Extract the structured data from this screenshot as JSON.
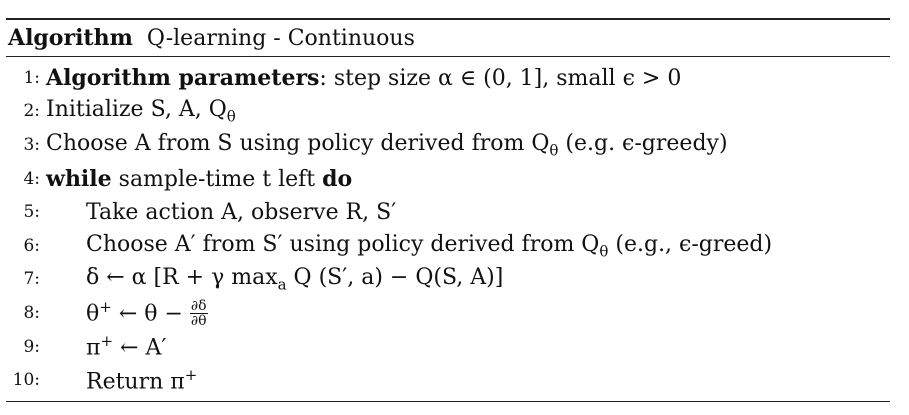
{
  "caption": {
    "label": "Algorithm",
    "title": "Q-learning - Continuous"
  },
  "lines": [
    {
      "num": "1:",
      "indent": 0,
      "parts": [
        {
          "t": "Algorithm parameters",
          "b": true
        },
        {
          "t": ": step size α ∈ (0, 1], small ϵ > 0"
        }
      ]
    },
    {
      "num": "2:",
      "indent": 0,
      "parts": [
        {
          "t": "Initialize S, A, Q"
        },
        {
          "t": "θ",
          "sub": true
        }
      ]
    },
    {
      "num": "3:",
      "indent": 0,
      "parts": [
        {
          "t": "Choose A from S using policy derived from Q"
        },
        {
          "t": "θ",
          "sub": true
        },
        {
          "t": " (e.g. ϵ-greedy)"
        }
      ]
    },
    {
      "num": "4:",
      "indent": 0,
      "parts": [
        {
          "t": "while",
          "b": true
        },
        {
          "t": " sample-time t left "
        },
        {
          "t": "do",
          "b": true
        }
      ]
    },
    {
      "num": "5:",
      "indent": 1,
      "parts": [
        {
          "t": "Take action A, observe R, S′"
        }
      ]
    },
    {
      "num": "6:",
      "indent": 1,
      "parts": [
        {
          "t": "Choose A′ from S′ using policy derived from Q"
        },
        {
          "t": "θ",
          "sub": true
        },
        {
          "t": " (e.g., ϵ-greed)"
        }
      ]
    },
    {
      "num": "7:",
      "indent": 1,
      "parts": [
        {
          "t": "δ ← α [R + γ max"
        },
        {
          "t": "a",
          "sub": true
        },
        {
          "t": " Q (S′, a) − Q(S, A)]"
        }
      ]
    },
    {
      "num": "8:",
      "indent": 1,
      "parts": [
        {
          "t": "θ"
        },
        {
          "t": "+",
          "sup": true
        },
        {
          "t": " ← θ − "
        },
        {
          "t": "∂δ/∂θ",
          "frac": [
            "∂δ",
            "∂θ"
          ]
        }
      ]
    },
    {
      "num": "9:",
      "indent": 1,
      "parts": [
        {
          "t": "π"
        },
        {
          "t": "+",
          "sup": true
        },
        {
          "t": " ← A′"
        }
      ]
    },
    {
      "num": "10:",
      "indent": 1,
      "parts": [
        {
          "t": "Return π"
        },
        {
          "t": "+",
          "sup": true
        }
      ]
    }
  ]
}
